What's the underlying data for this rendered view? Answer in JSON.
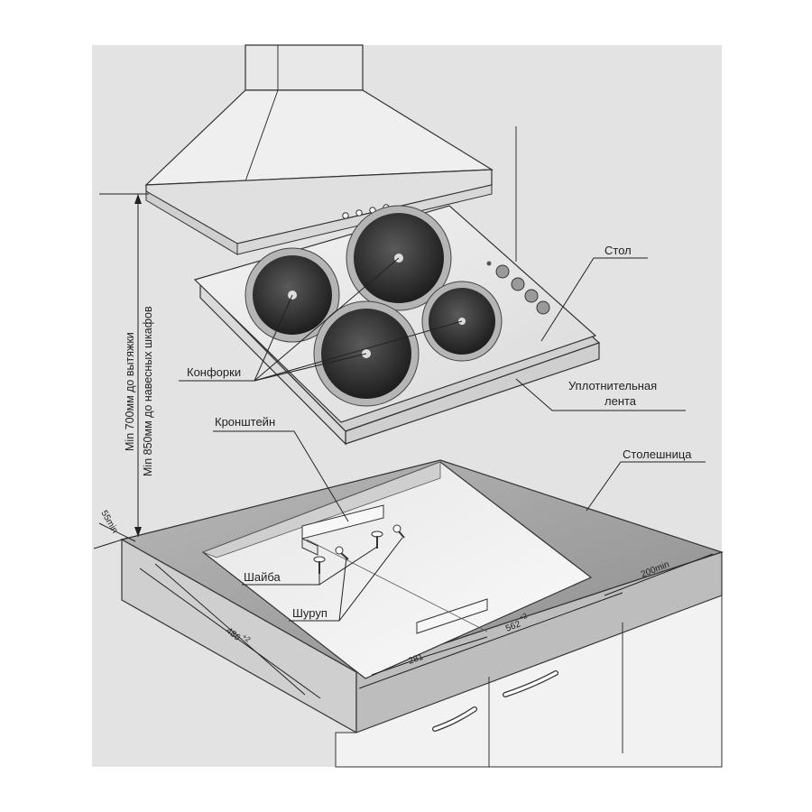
{
  "labels": {
    "hob": "Стол",
    "burners": "Конфорки",
    "seal_line1": "Уплотнительная",
    "seal_line2": "лента",
    "bracket": "Кронштейн",
    "countertop": "Столешница",
    "washer": "Шайба",
    "screw": "Шуруп"
  },
  "dimensions": {
    "hood_line1": "Min 700мм до вытяжки",
    "hood_line2": "Min 850мм до навесных шкафов",
    "edge_min": "55min",
    "depth": "486",
    "depth_tol": "+2",
    "width": "562",
    "width_tol": "+2",
    "half_width": "281",
    "side_min": "200min"
  }
}
